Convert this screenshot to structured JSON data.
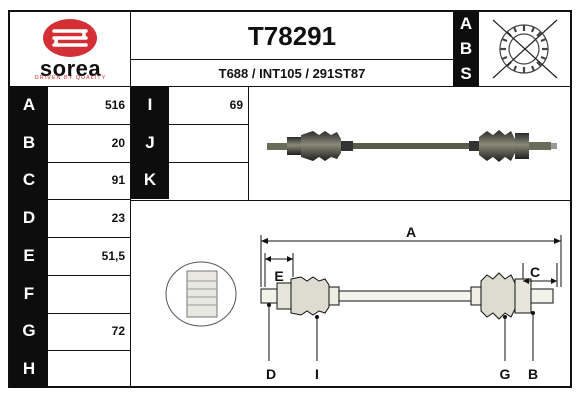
{
  "brand": {
    "name": "sorea",
    "tagline": "DRIVEN BY QUALITY",
    "logo_color": "#d32f35"
  },
  "part_number": "T78291",
  "references": "T688 / INT105 / 291ST87",
  "abs_letters": [
    "A",
    "B",
    "S"
  ],
  "dimensions": [
    {
      "letter": "A",
      "value": "516"
    },
    {
      "letter": "B",
      "value": "20"
    },
    {
      "letter": "C",
      "value": "91"
    },
    {
      "letter": "D",
      "value": "23"
    },
    {
      "letter": "E",
      "value": "51,5"
    },
    {
      "letter": "F",
      "value": ""
    },
    {
      "letter": "G",
      "value": "72"
    },
    {
      "letter": "H",
      "value": ""
    }
  ],
  "extra_dimensions": [
    {
      "letter": "I",
      "value": "69"
    },
    {
      "letter": "J",
      "value": ""
    },
    {
      "letter": "K",
      "value": ""
    }
  ],
  "diagram_labels": {
    "a": "A",
    "b": "B",
    "c": "C",
    "d": "D",
    "e": "E",
    "g": "G",
    "i": "I"
  }
}
